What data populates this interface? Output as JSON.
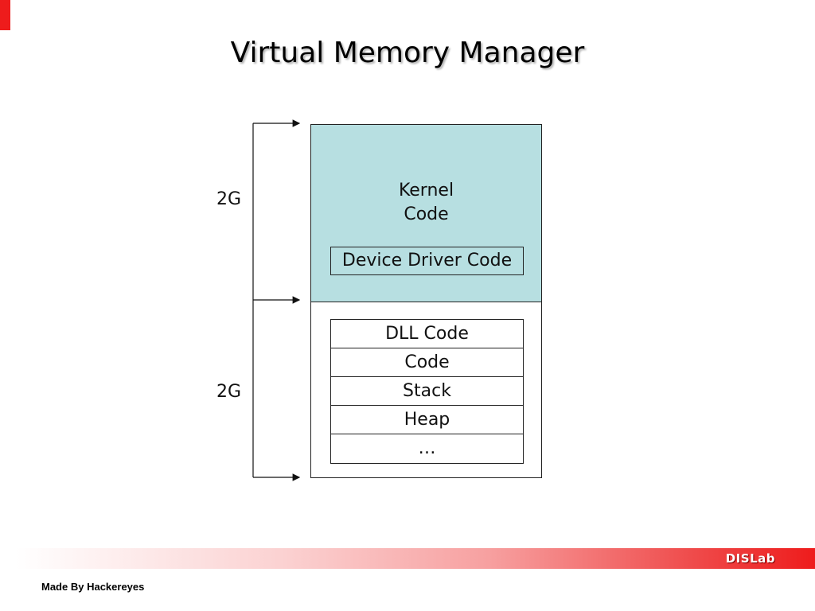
{
  "slide": {
    "title": "Virtual Memory Manager"
  },
  "diagram": {
    "kernel_region": {
      "label_line1": "Kernel",
      "label_line2": "Code",
      "driver_box": "Device Driver Code",
      "size_label": "2G",
      "fill_color": "#b7dfe1"
    },
    "user_region": {
      "size_label": "2G",
      "rows": [
        "DLL Code",
        "Code",
        "Stack",
        "Heap",
        "…"
      ]
    }
  },
  "footer": {
    "brand": "DISLab",
    "credit": "Made By Hackereyes",
    "accent_color": "#ee1c1c"
  }
}
